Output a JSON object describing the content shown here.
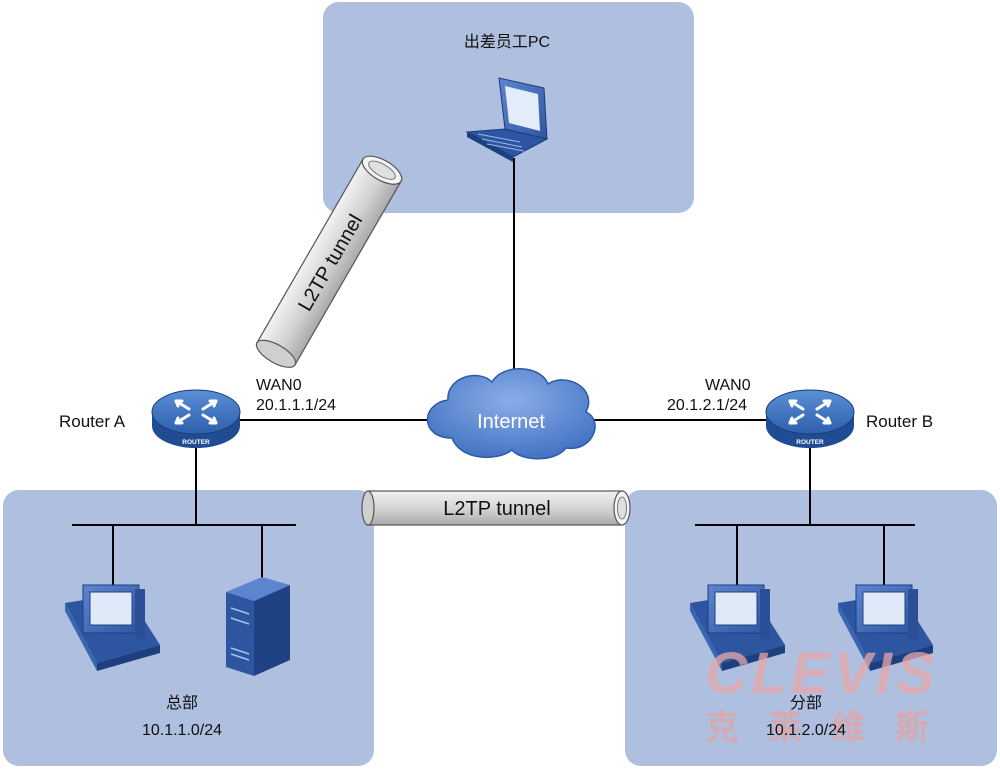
{
  "mobile_zone": {
    "title": "出差员工PC"
  },
  "router_a": {
    "name": "Router A",
    "badge": "ROUTER",
    "wan_port": "WAN0",
    "wan_ip": "20.1.1.1/24"
  },
  "router_b": {
    "name": "Router B",
    "badge": "ROUTER",
    "wan_port": "WAN0",
    "wan_ip": "20.1.2.1/24"
  },
  "internet": {
    "label": "Internet"
  },
  "tunnel_pc": {
    "label": "L2TP tunnel"
  },
  "tunnel_sites": {
    "label": "L2TP tunnel"
  },
  "hq": {
    "name": "总部",
    "subnet": "10.1.1.0/24"
  },
  "branch": {
    "name": "分部",
    "subnet": "10.1.2.0/24"
  },
  "watermark": {
    "latin": "CLEVIS",
    "chinese": "克 莱 维 斯"
  },
  "colors": {
    "zone_fill": "#aebfdf",
    "router_blue": "#2e64b0",
    "tunnel_fill": "#d6d6d6",
    "line": "#000000",
    "watermark": "#e8a8a8"
  },
  "icons": [
    "laptop-icon",
    "router-icon",
    "cloud-icon",
    "desktop-pc-icon",
    "server-tower-icon",
    "tunnel-pipe-icon"
  ]
}
